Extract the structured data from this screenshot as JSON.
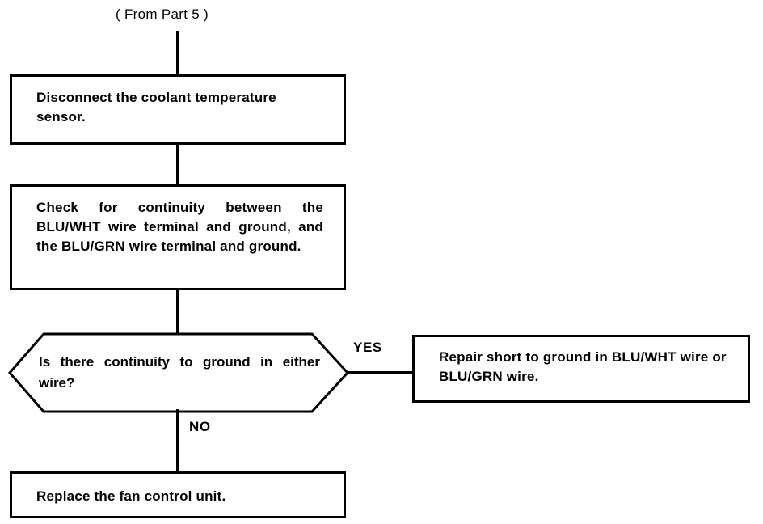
{
  "diagram": {
    "title": "( From Part 5 )",
    "entry_label": "( From Part 5 )",
    "nodes": {
      "step1": {
        "type": "process",
        "text": "Disconnect the coolant temperature sensor."
      },
      "step2": {
        "type": "process",
        "text": "Check for continuity between the BLU/WHT wire terminal and ground, and the BLU/GRN wire terminal and ground."
      },
      "decision": {
        "type": "decision",
        "text": "Is there continuity to ground in either wire?"
      },
      "yes_result": {
        "type": "process",
        "text": "Repair short to ground in BLU/WHT wire or BLU/GRN wire."
      },
      "no_result": {
        "type": "process",
        "text": "Replace the fan control unit."
      }
    },
    "edges": {
      "yes_label": "YES",
      "no_label": "NO"
    },
    "colors": {
      "stroke": "#000000",
      "fill": "#ffffff",
      "text": "#000000"
    }
  }
}
